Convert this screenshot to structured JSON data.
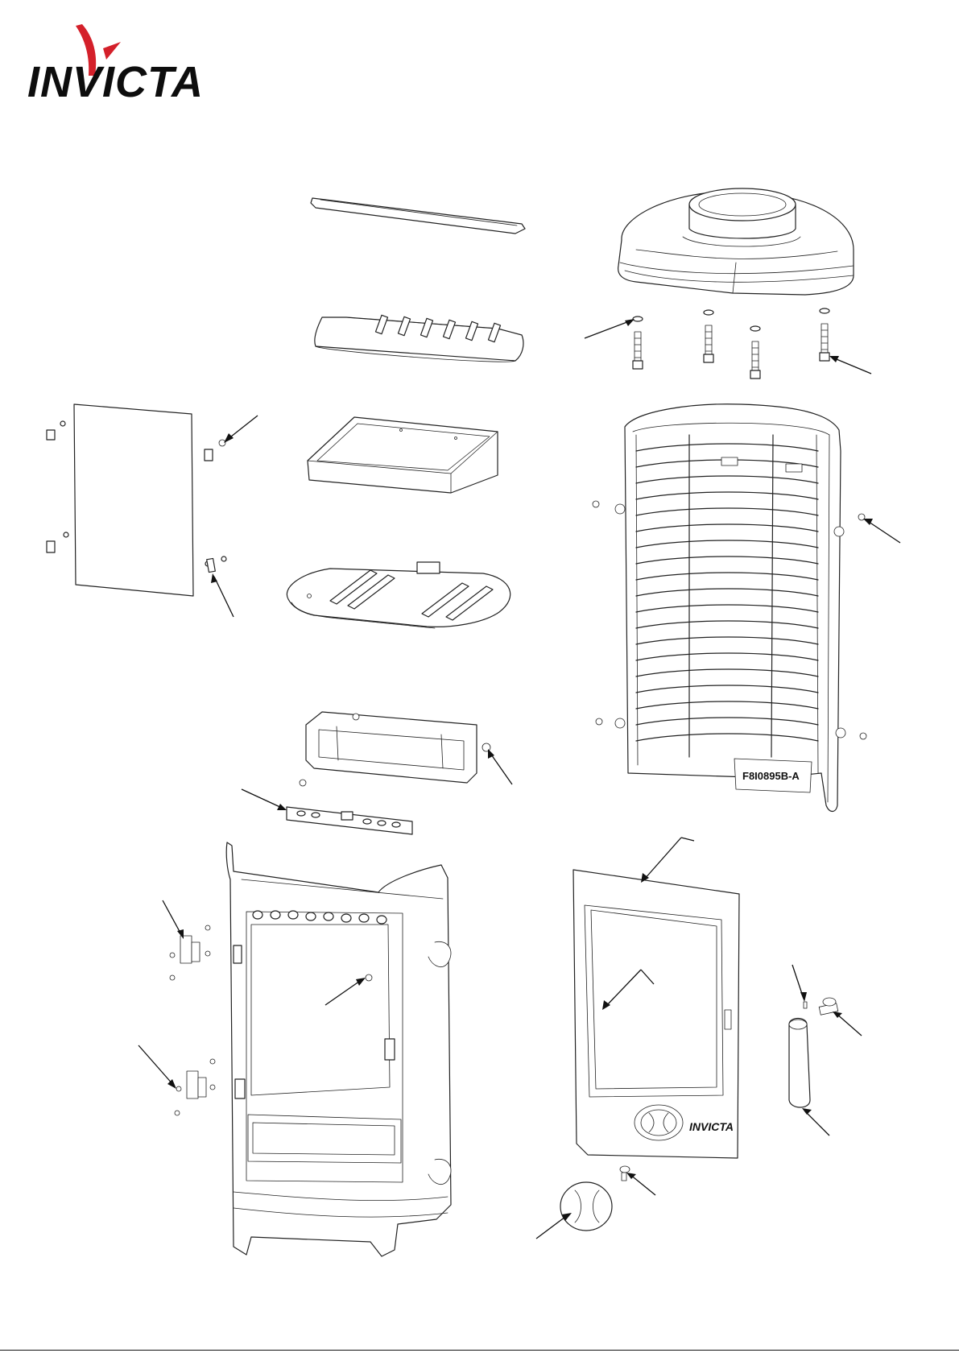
{
  "brand": {
    "logo_text": "INVICTA",
    "logo_accent_color": "#d4202a",
    "logo_text_color": "#0d0d0d"
  },
  "labels": {
    "rear_plate_marking": "F8I0895B-A",
    "door_badge": "INVICTA"
  },
  "colors": {
    "line": "#222222",
    "background": "#ffffff"
  },
  "icons": {
    "leader": "arrow-leader-icon"
  }
}
